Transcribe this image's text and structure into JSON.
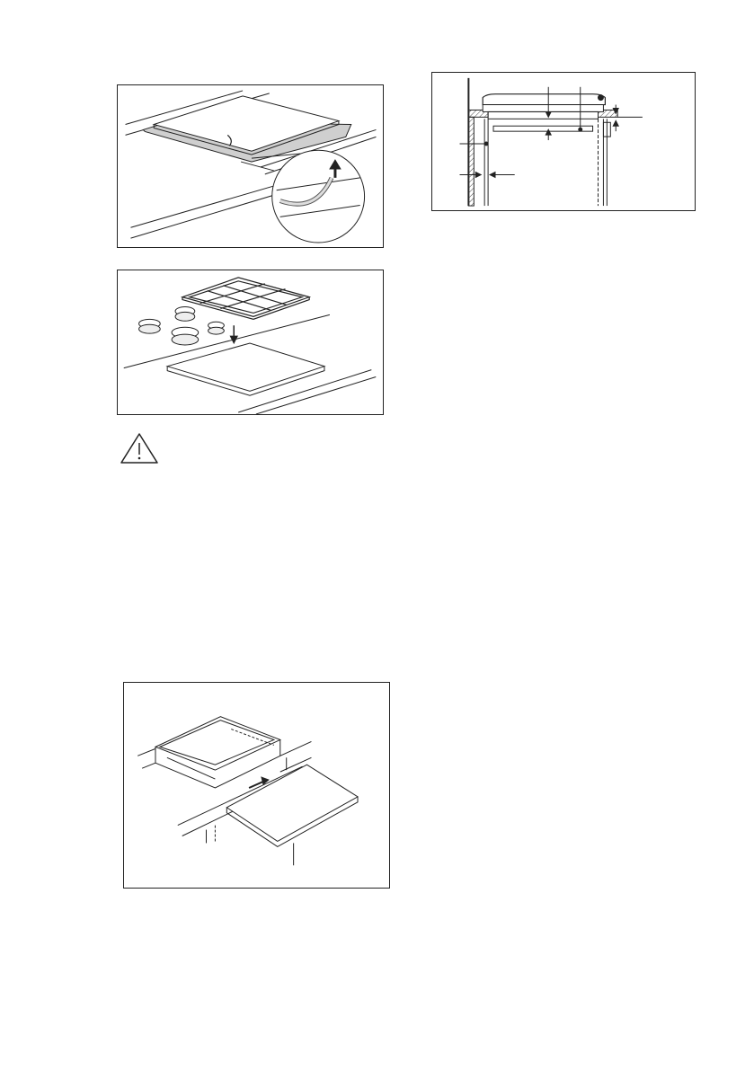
{
  "page": {
    "figures": [
      {
        "id": "sealing-strip-figure"
      },
      {
        "id": "hob-placement-figure"
      },
      {
        "id": "hob-slide-in-figure"
      },
      {
        "id": "installation-dimensions-figure"
      }
    ],
    "warning_icon": "warning-triangle-icon"
  }
}
